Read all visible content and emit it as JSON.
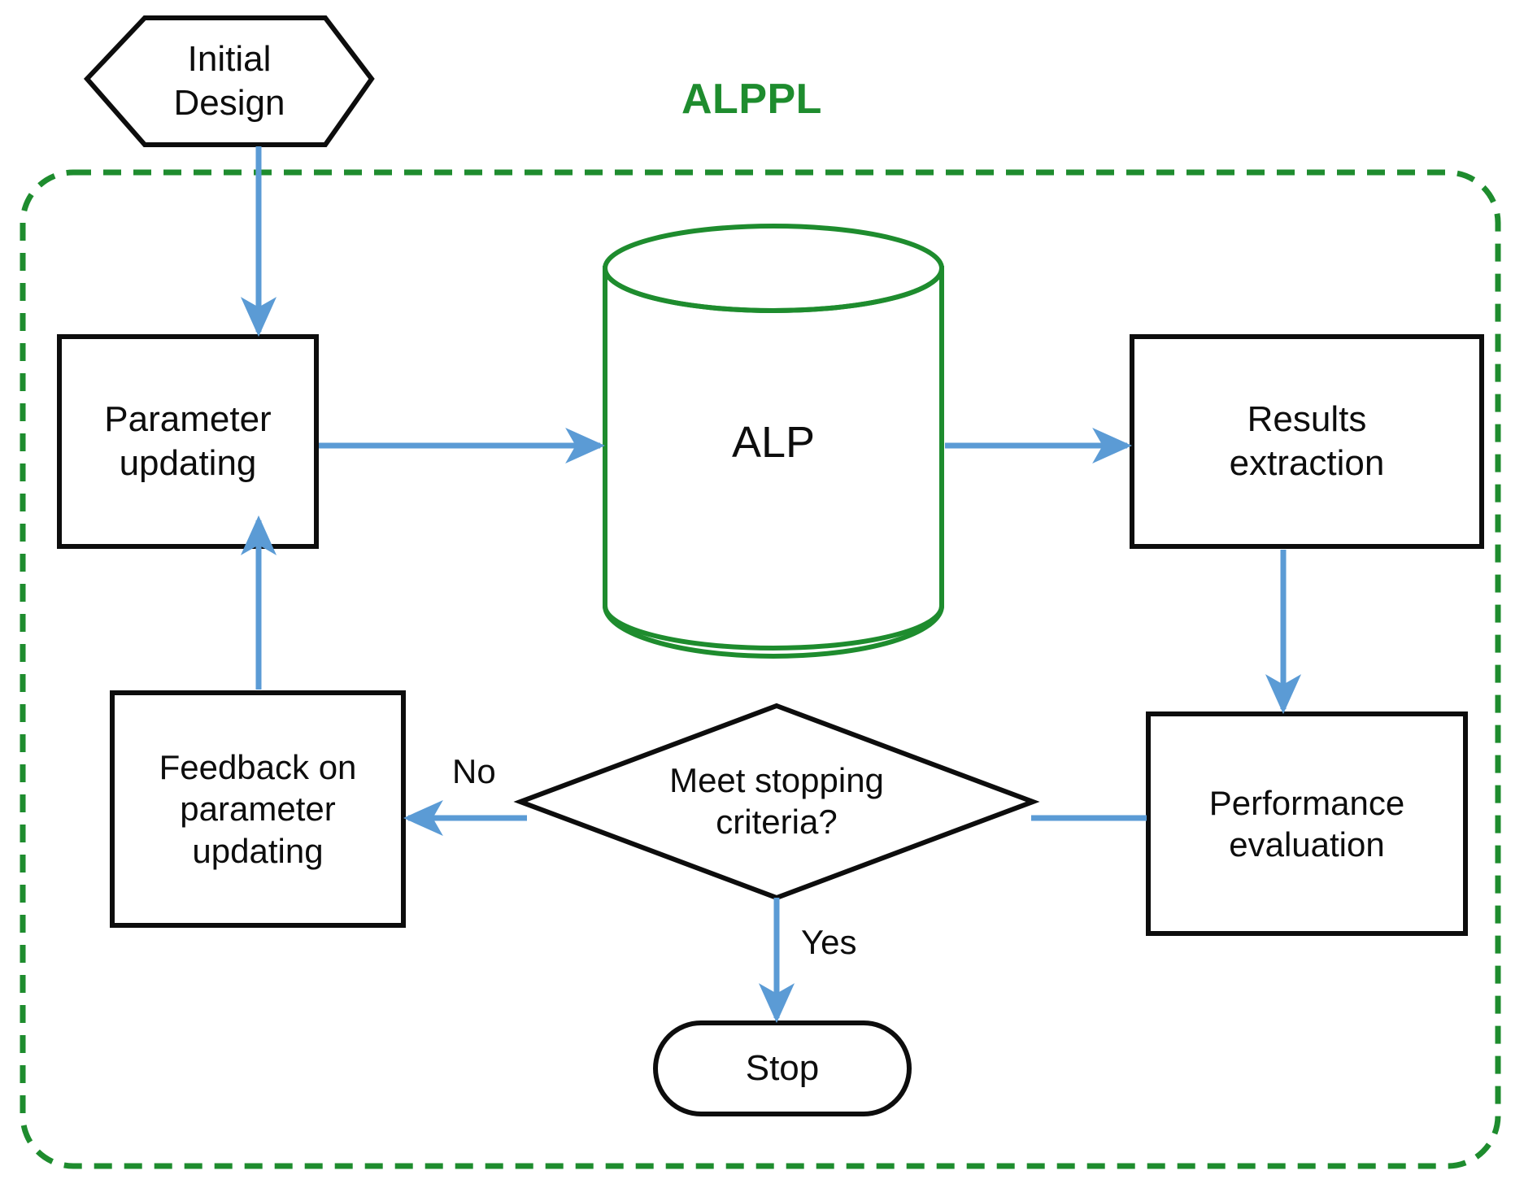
{
  "diagram": {
    "title_label": "ALPPL",
    "accent_green": "#1E8C2E",
    "arrow_blue": "#5B9BD5",
    "outline_black": "#0D0D0D",
    "background": "#FFFFFF",
    "nodes": {
      "initial_design": {
        "label_line1": "Initial",
        "label_line2": "Design",
        "shape": "hexagon"
      },
      "parameter_updating": {
        "label_line1": "Parameter",
        "label_line2": "updating",
        "shape": "rectangle"
      },
      "alp": {
        "label": "ALP",
        "shape": "cylinder"
      },
      "results_extraction": {
        "label_line1": "Results",
        "label_line2": "extraction",
        "shape": "rectangle"
      },
      "performance_evaluation": {
        "label_line1": "Performance",
        "label_line2": "evaluation",
        "shape": "rectangle"
      },
      "decision": {
        "label_line1": "Meet stopping",
        "label_line2": "criteria?",
        "shape": "diamond"
      },
      "feedback": {
        "label_line1": "Feedback on",
        "label_line2": "parameter",
        "label_line3": "updating",
        "shape": "rectangle"
      },
      "stop": {
        "label": "Stop",
        "shape": "stadium"
      }
    },
    "edge_labels": {
      "no": "No",
      "yes": "Yes"
    }
  }
}
